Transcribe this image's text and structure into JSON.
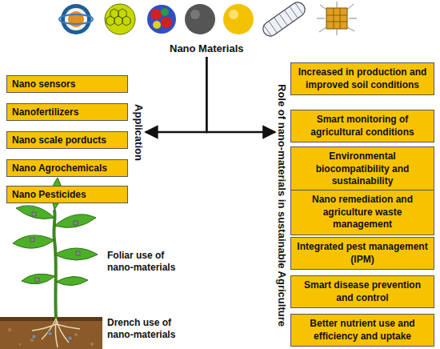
{
  "diagram": {
    "nodes": [
      {
        "text": [
          "Nano Materials"
        ]
      },
      {
        "text": [
          "Application"
        ]
      },
      {
        "text": [
          "Role of nano-materials in sustainable Agriculture"
        ]
      },
      {
        "text": [
          "Nano sensors"
        ]
      },
      {
        "text": [
          "Nanofertilizers"
        ]
      },
      {
        "text": [
          "Nano scale porducts"
        ]
      },
      {
        "text": [
          "Nano Agrochemicals"
        ]
      },
      {
        "text": [
          "Nano Pesticides"
        ]
      },
      {
        "text": [
          "Increased in production and improved soil conditions"
        ]
      },
      {
        "text": [
          "Smart monitoring of agricultural conditions"
        ]
      },
      {
        "text": [
          "Environmental biocompatibility and sustainability"
        ]
      },
      {
        "text": [
          "Nano remediation and agriculture waste management"
        ]
      },
      {
        "text": [
          "Integrated pest management (IPM)"
        ]
      },
      {
        "text": [
          "Smart disease prevention and control"
        ]
      },
      {
        "text": [
          "Better nutrient use and efficiency and uptake"
        ]
      }
    ],
    "edges": [
      {
        "from": 0,
        "to": 1,
        "arrow": "to"
      },
      {
        "from": 0,
        "to": 2,
        "arrow": "to"
      }
    ],
    "labels": [
      "Foliar use of nano-materials",
      "Drench use of nano-materials"
    ]
  }
}
